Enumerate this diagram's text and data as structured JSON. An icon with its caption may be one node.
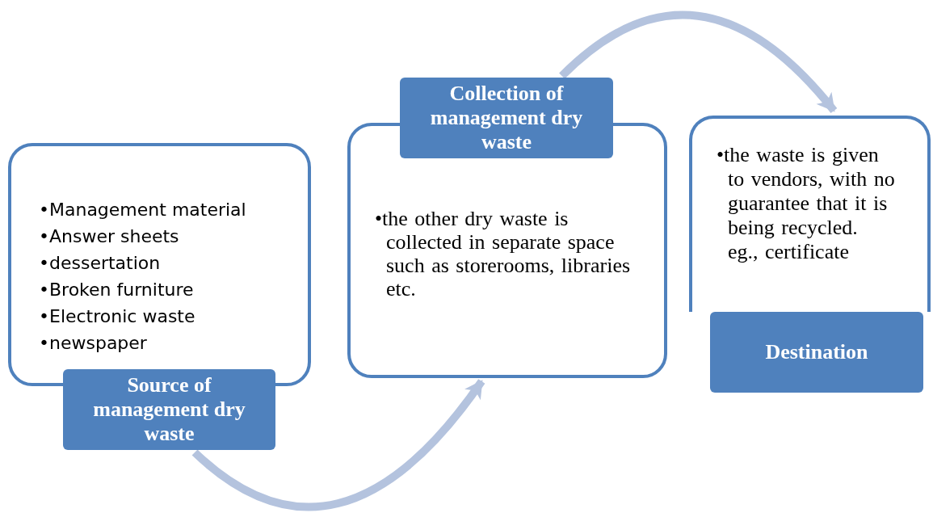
{
  "diagram": {
    "nodes": [
      {
        "text": [
          "•Management material",
          "•Answer sheets",
          "•dessertation",
          "•Broken furniture",
          "•Electronic waste",
          "•newspaper"
        ]
      },
      {
        "text": [
          "Source of management dry waste"
        ]
      },
      {
        "text": [
          "•the other dry waste is collected in separate space such as storerooms, libraries etc."
        ]
      },
      {
        "text": [
          "Collection of management dry waste"
        ]
      },
      {
        "text": [
          "•the waste is given to vendors, with no guarantee that it is being recycled.  eg., certificate"
        ]
      },
      {
        "text": [
          "Destination"
        ]
      }
    ],
    "edges": [
      {
        "from": 1,
        "to": 2,
        "arrow": "to"
      },
      {
        "from": 3,
        "to": 4,
        "arrow": "to"
      }
    ]
  }
}
